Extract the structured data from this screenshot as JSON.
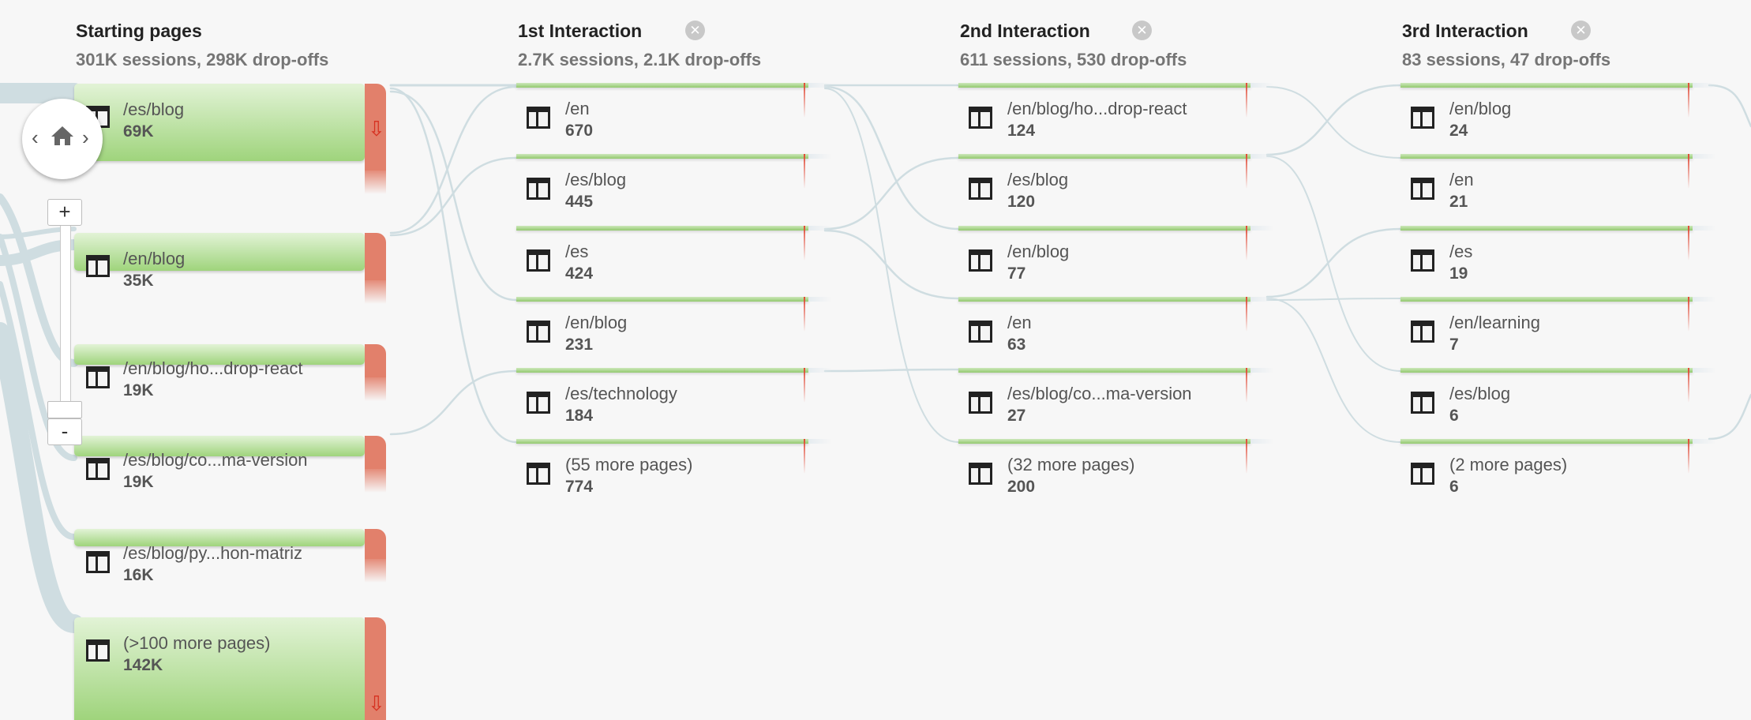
{
  "columns": [
    {
      "title": "Starting pages",
      "subtitle": "301K sessions, 298K drop-offs"
    },
    {
      "title": "1st Interaction",
      "subtitle": "2.7K sessions, 2.1K drop-offs"
    },
    {
      "title": "2nd Interaction",
      "subtitle": "611 sessions, 530 drop-offs"
    },
    {
      "title": "3rd Interaction",
      "subtitle": "83 sessions, 47 drop-offs"
    }
  ],
  "starting_pages": [
    {
      "name": "/es/blog",
      "count": "69K"
    },
    {
      "name": "/en/blog",
      "count": "35K"
    },
    {
      "name": "/en/blog/ho...drop-react",
      "count": "19K"
    },
    {
      "name": "/es/blog/co...ma-version",
      "count": "19K"
    },
    {
      "name": "/es/blog/py...hon-matriz",
      "count": "16K"
    },
    {
      "name": "(>100 more pages)",
      "count": "142K"
    }
  ],
  "interaction_1": [
    {
      "name": "/en",
      "count": "670"
    },
    {
      "name": "/es/blog",
      "count": "445"
    },
    {
      "name": "/es",
      "count": "424"
    },
    {
      "name": "/en/blog",
      "count": "231"
    },
    {
      "name": "/es/technology",
      "count": "184"
    },
    {
      "name": "(55 more pages)",
      "count": "774"
    }
  ],
  "interaction_2": [
    {
      "name": "/en/blog/ho...drop-react",
      "count": "124"
    },
    {
      "name": "/es/blog",
      "count": "120"
    },
    {
      "name": "/en/blog",
      "count": "77"
    },
    {
      "name": "/en",
      "count": "63"
    },
    {
      "name": "/es/blog/co...ma-version",
      "count": "27"
    },
    {
      "name": "(32 more pages)",
      "count": "200"
    }
  ],
  "interaction_3": [
    {
      "name": "/en/blog",
      "count": "24"
    },
    {
      "name": "/en",
      "count": "21"
    },
    {
      "name": "/es",
      "count": "19"
    },
    {
      "name": "/en/learning",
      "count": "7"
    },
    {
      "name": "/es/blog",
      "count": "6"
    },
    {
      "name": "(2 more pages)",
      "count": "6"
    }
  ],
  "controls": {
    "zoom_in": "+",
    "zoom_out": "-",
    "prev": "‹",
    "next": "›",
    "close": "✕"
  },
  "colors": {
    "node_green": "#9fd47c",
    "dropoff_red": "#e2806b",
    "flow": "#cddbe0",
    "arrow_red": "#d63020"
  },
  "icons": {
    "page": "page-layout-icon",
    "home": "home-icon",
    "close": "close-icon",
    "dropoff": "dropoff-arrow-icon"
  }
}
